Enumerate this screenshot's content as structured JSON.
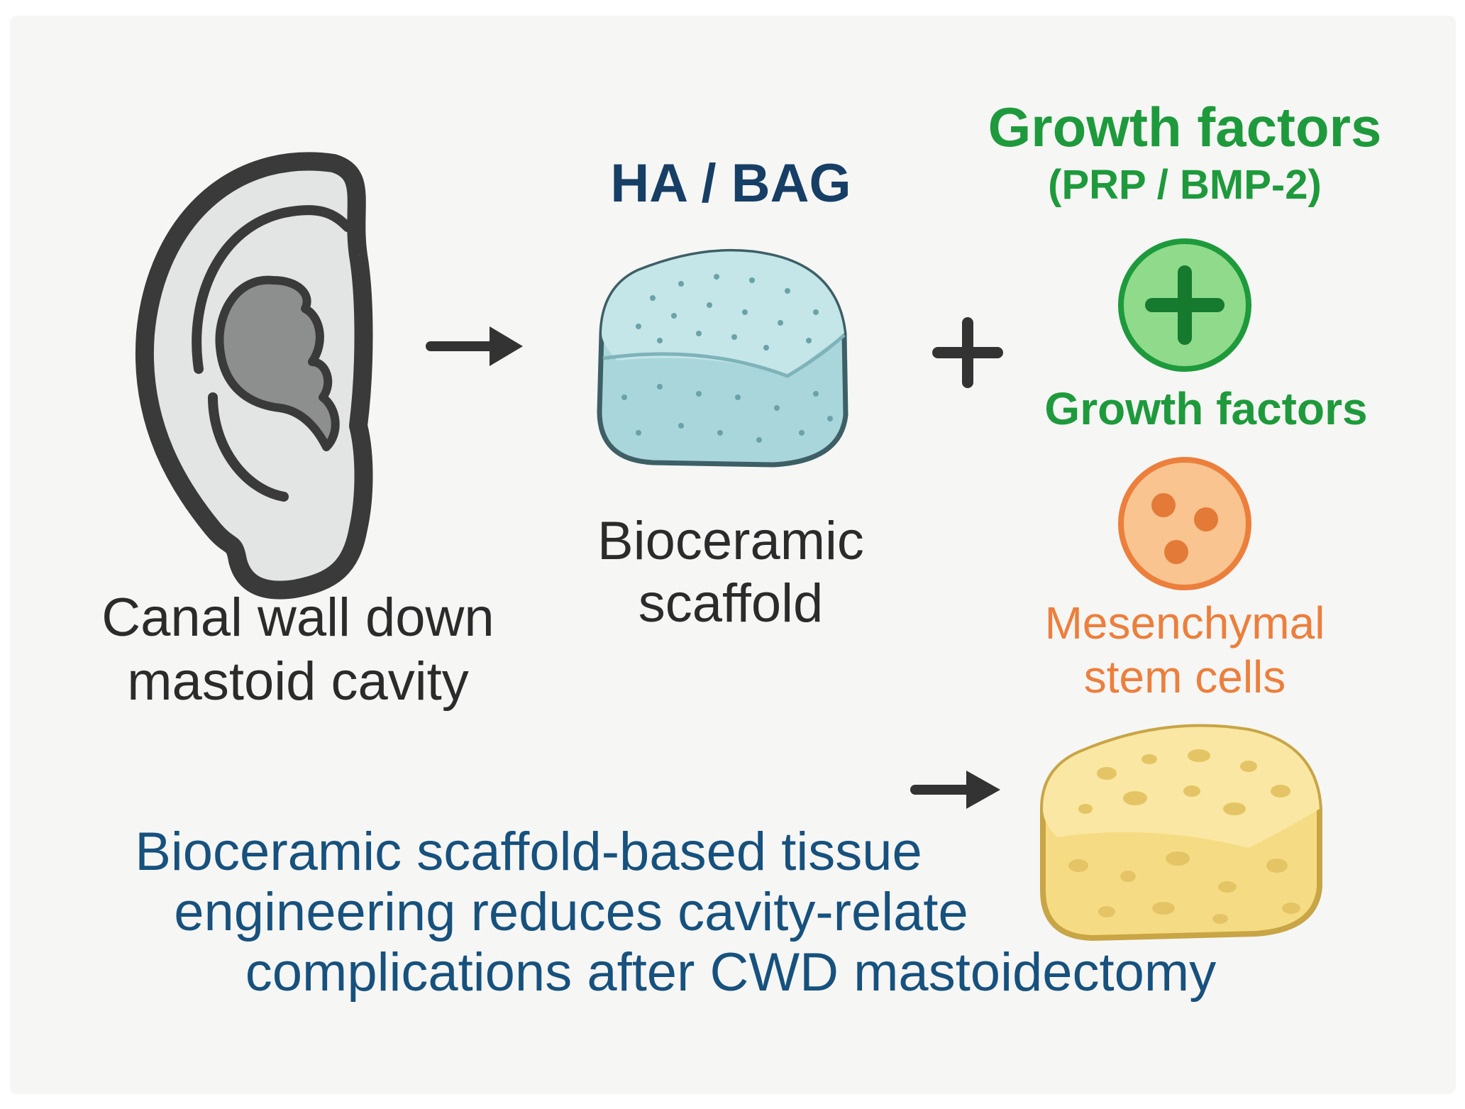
{
  "step1": {
    "caption_line1": "Canal wall down",
    "caption_line2": "mastoid cavity"
  },
  "step2": {
    "title": "HA / BAG",
    "caption_line1": "Bioceramic",
    "caption_line2": "scaffold"
  },
  "step3": {
    "title": "Growth factors",
    "subtitle": "(PRP / BMP-2)",
    "growth_label": "Growth factors",
    "cells_line1": "Mesenchymal",
    "cells_line2": "stem cells"
  },
  "conclusion": {
    "line1": "Bioceramic scaffold-based tissue",
    "line2": "engineering reduces cavity-relate",
    "line3": "complications after CWD mastoidectomy"
  },
  "colors": {
    "background": "#f6f6f5",
    "ear_outline": "#3a3a3a",
    "ear_fill": "#e3e5e4",
    "cavity": "#8d8f8f",
    "scaffold": "#a9d6db",
    "growth_green": "#1e9a3c",
    "growth_fill": "#8fdb8b",
    "msc_orange": "#ec7f3c",
    "msc_fill": "#f9c48f",
    "tissue_yellow": "#f5dc84",
    "title_navy": "#173f65",
    "conclusion_blue": "#17517d",
    "arrow": "#333333"
  },
  "icons": [
    "ear-icon",
    "arrow-right-icon",
    "bioceramic-scaffold-icon",
    "plus-icon",
    "growth-factor-plus-icon",
    "stem-cell-icon",
    "regenerated-tissue-icon"
  ]
}
